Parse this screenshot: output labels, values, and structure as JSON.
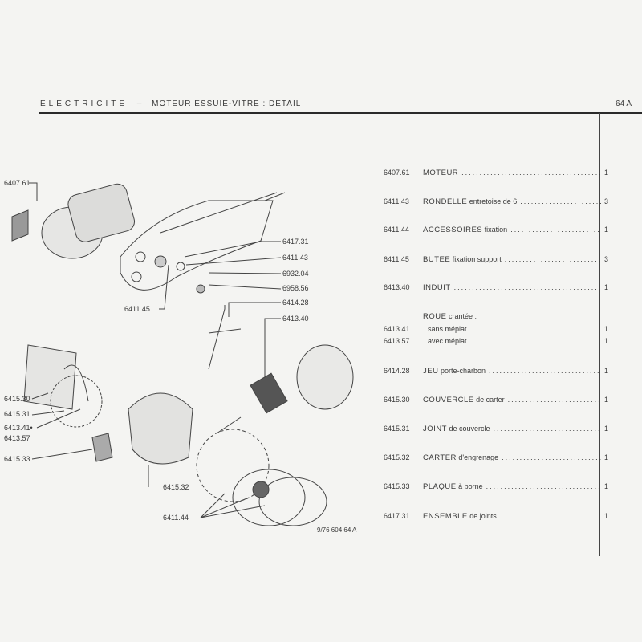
{
  "header": {
    "section": "ELECTRICITE",
    "separator": "–",
    "title": "MOTEUR ESSUIE-VITRE : DETAIL",
    "page": "64 A"
  },
  "parts": [
    {
      "code": "6407.61",
      "name": "MOTEUR",
      "detail": "",
      "qty": "1"
    },
    {
      "code": "6411.43",
      "name": "RONDELLE",
      "detail": "entretoise de 6",
      "qty": "3"
    },
    {
      "code": "6411.44",
      "name": "ACCESSOIRES",
      "detail": "fixation",
      "qty": "1"
    },
    {
      "code": "6411.45",
      "name": "BUTEE",
      "detail": "fixation support",
      "qty": "3"
    },
    {
      "code": "6413.40",
      "name": "INDUIT",
      "detail": "",
      "qty": "1"
    },
    {
      "code": "",
      "name": "ROUE",
      "detail": "crantée :",
      "qty": ""
    },
    {
      "code": "6413.41",
      "name": "",
      "detail": "sans méplat",
      "qty": "1"
    },
    {
      "code": "6413.57",
      "name": "",
      "detail": "avec méplat",
      "qty": "1"
    },
    {
      "code": "6414.28",
      "name": "JEU",
      "detail": "porte-charbon",
      "qty": "1"
    },
    {
      "code": "6415.30",
      "name": "COUVERCLE",
      "detail": "de carter",
      "qty": "1"
    },
    {
      "code": "6415.31",
      "name": "JOINT",
      "detail": "de couvercle",
      "qty": "1"
    },
    {
      "code": "6415.32",
      "name": "CARTER",
      "detail": "d'engrenage",
      "qty": "1"
    },
    {
      "code": "6415.33",
      "name": "PLAQUE",
      "detail": "à borne",
      "qty": "1"
    },
    {
      "code": "6417.31",
      "name": "ENSEMBLE",
      "detail": "de joints",
      "qty": "1"
    }
  ],
  "callouts": [
    "6407.61",
    "6417.31",
    "6411.43",
    "6932.04",
    "6958.56",
    "6411.45",
    "6414.28",
    "6413.40",
    "6415.30",
    "6415.31",
    "6413.41•",
    "6413.57",
    "6415.33",
    "6415.32",
    "6411.44"
  ],
  "footer": "9/76  604  64 A",
  "dots": "..............................................."
}
